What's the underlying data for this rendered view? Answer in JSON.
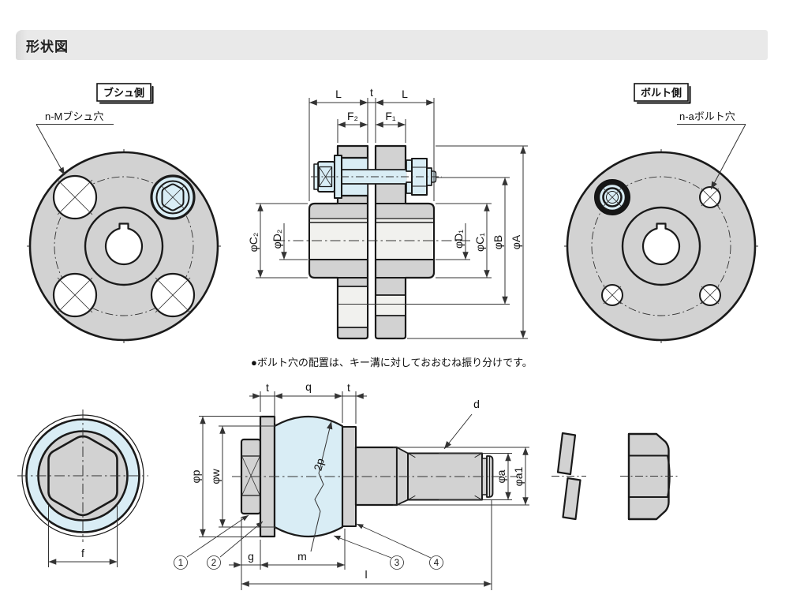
{
  "header": {
    "title": "形状図"
  },
  "bush_view": {
    "label": "ブシュ側",
    "annotation": "n-Mブシュ穴"
  },
  "bolt_view": {
    "label": "ボルト側",
    "annotation": "n-aボルト穴"
  },
  "note": {
    "text": "●ボルト穴の配置は、キー溝に対しておおむね振り分けです。"
  },
  "section": {
    "dim_L_left": "L",
    "dim_t": "t",
    "dim_L_right": "L",
    "dim_F2": "F₂",
    "dim_F1": "F₁",
    "dim_C2": "φC₂",
    "dim_D2": "φD₂",
    "dim_D1": "φD₁",
    "dim_C1": "φC₁",
    "dim_B": "φB",
    "dim_A": "φA"
  },
  "bush_detail": {
    "dim_t_left": "t",
    "dim_q": "q",
    "dim_t_right": "t",
    "dim_p": "φp",
    "dim_w": "φw",
    "dim_2p": "2p",
    "dim_d": "d",
    "dim_a": "φa",
    "dim_a1": "φa1",
    "dim_f": "f",
    "dim_g": "g",
    "dim_m": "m",
    "dim_l": "l",
    "callouts": [
      "1",
      "2",
      "3",
      "4"
    ]
  },
  "colors": {
    "header_bg": "#e9e9e9",
    "part_gray": "#d2d2d2",
    "bush_cyan": "#d9edf5",
    "bore_light": "#f1f1ee",
    "outline": "#1a1a1a",
    "dim_line": "#333333"
  }
}
